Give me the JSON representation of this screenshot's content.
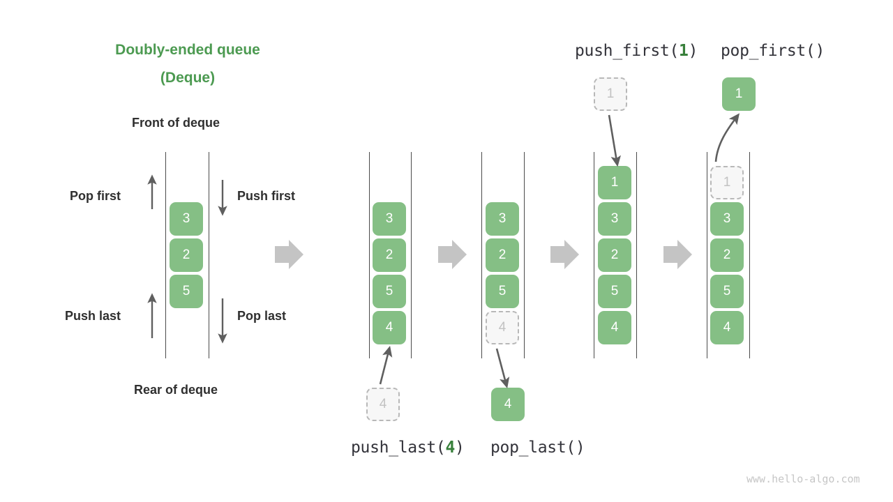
{
  "title": {
    "line1": "Doubly-ended queue",
    "line2": "(Deque)"
  },
  "labels": {
    "front": "Front of deque",
    "rear": "Rear of deque",
    "pop_first": "Pop first",
    "push_first": "Push first",
    "push_last": "Push last",
    "pop_last": "Pop last"
  },
  "operations": {
    "push_last": {
      "name": "push_last(",
      "arg": "4",
      "close": ")"
    },
    "pop_last": {
      "name": "pop_last()",
      "arg": "",
      "close": ""
    },
    "push_first": {
      "name": "push_first(",
      "arg": "1",
      "close": ")"
    },
    "pop_first": {
      "name": "pop_first()",
      "arg": "",
      "close": ""
    }
  },
  "colors": {
    "accent_green": "#4C9A51",
    "cell_green": "#85BF85",
    "ghost_fill": "#F7F7F7",
    "ghost_border": "#B8B8B8",
    "rail": "#4A4A4A",
    "arrow_gray": "#C4C4C4",
    "dark_text": "#2F2F2F"
  },
  "watermark": "www.hello-algo.com",
  "columns": [
    {
      "id": "overview",
      "cells": [
        "3",
        "2",
        "5"
      ],
      "ghost_index": -1
    },
    {
      "id": "before-push-last",
      "cells": [
        "3",
        "2",
        "5",
        "4"
      ],
      "ghost_index": -1,
      "incoming": "4"
    },
    {
      "id": "after-push-last",
      "cells": [
        "3",
        "2",
        "5",
        "4"
      ],
      "ghost_index": 3,
      "outgoing": "4"
    },
    {
      "id": "after-push-first",
      "cells": [
        "1",
        "3",
        "2",
        "5",
        "4"
      ],
      "ghost_index": -1,
      "incoming": "1"
    },
    {
      "id": "after-pop-first",
      "cells": [
        "1",
        "3",
        "2",
        "5",
        "4"
      ],
      "ghost_index": 0,
      "outgoing": "1"
    }
  ],
  "detached": {
    "push_last_source": "4",
    "pop_last_result": "4",
    "push_first_source": "1",
    "pop_first_result": "1"
  }
}
